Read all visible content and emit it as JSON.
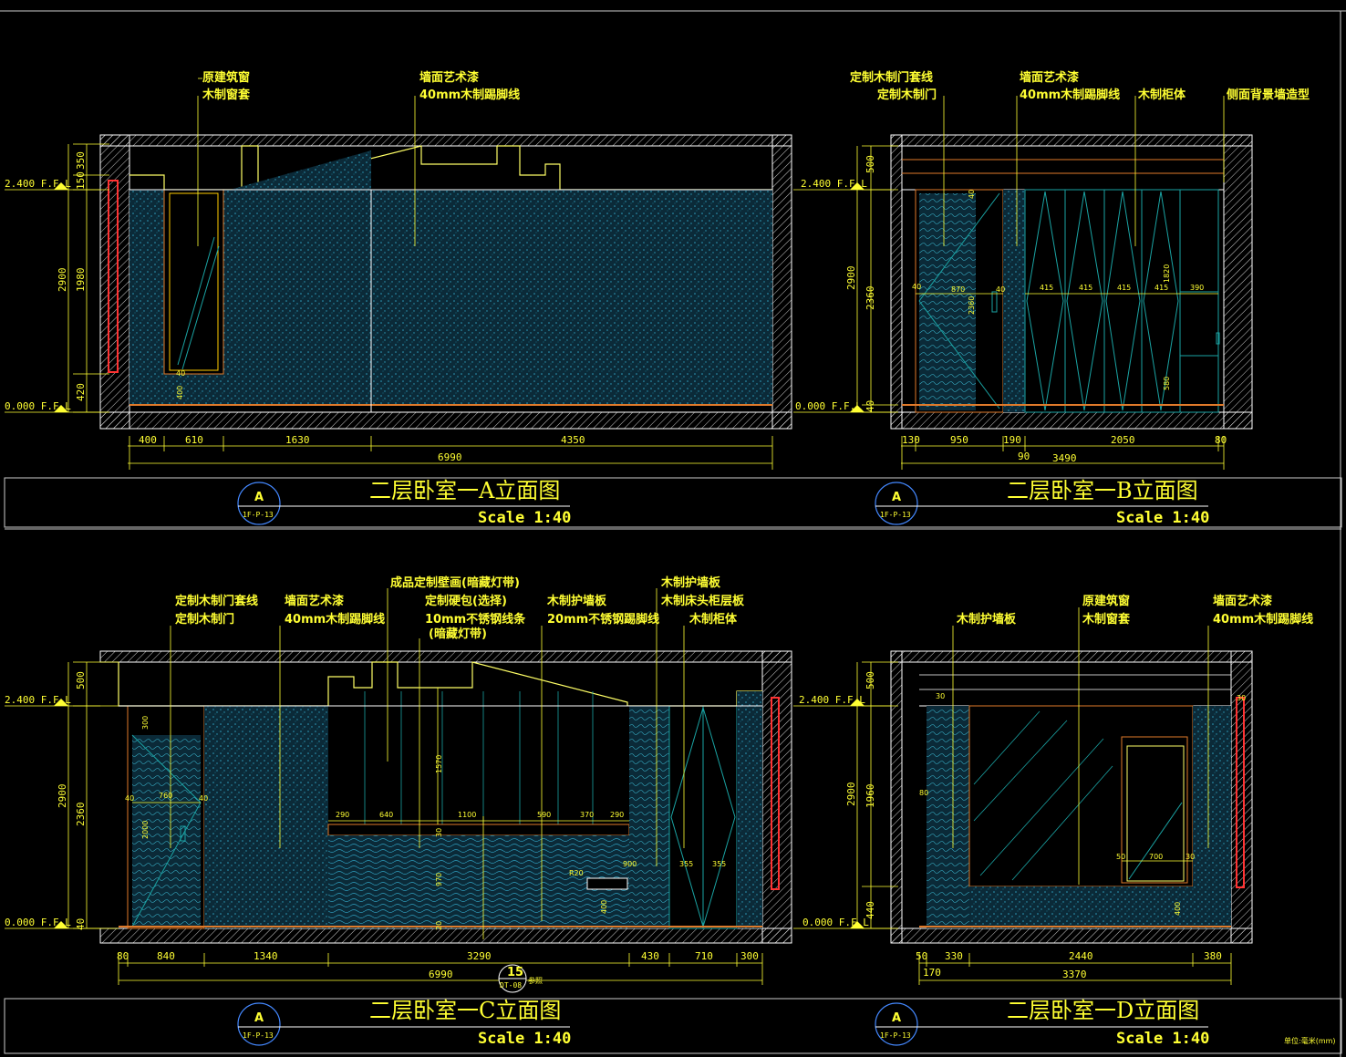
{
  "colors": {
    "background": "#000000",
    "annotation": "#ffff33",
    "wall": "#ffffff",
    "panel": "#1aa3a3",
    "trim": "#e07a2a",
    "window": "#ff3333"
  },
  "drawings": {
    "A": {
      "title": "二层卧室一A立面图",
      "scale": "Scale 1:40",
      "bubble_letter": "A",
      "bubble_ref": "1F-P-13",
      "labels": [
        "原建筑窗",
        "木制窗套",
        "墙面艺术漆",
        "40mm木制踢脚线"
      ],
      "ffl_top": "2.400 F.F.L",
      "ffl_bottom": "0.000 F.F.L",
      "vdims": [
        "350",
        "150",
        "2900",
        "1980",
        "420"
      ],
      "hdims": [
        "400",
        "610",
        "1630",
        "4350"
      ],
      "total": "6990",
      "inner": [
        "40",
        "400"
      ]
    },
    "B": {
      "title": "二层卧室一B立面图",
      "scale": "Scale 1:40",
      "bubble_letter": "A",
      "bubble_ref": "1F-P-13",
      "labels": [
        "定制木制门套线",
        "定制木制门",
        "墙面艺术漆",
        "40mm木制踢脚线",
        "木制柜体",
        "侧面背景墙造型"
      ],
      "ffl_top": "2.400 F.F.L",
      "ffl_bottom": "0.000 F.F.L",
      "vdims": [
        "500",
        "2900",
        "2360",
        "40"
      ],
      "hdims": [
        "130",
        "950",
        "190",
        "2050",
        "80"
      ],
      "sub": "90",
      "total": "3490",
      "inner": [
        "40",
        "870",
        "40",
        "2360",
        "415",
        "415",
        "415",
        "415",
        "390",
        "1820",
        "580",
        "40"
      ]
    },
    "C": {
      "title": "二层卧室一C立面图",
      "scale": "Scale 1:40",
      "bubble_letter": "A",
      "bubble_ref": "1F-P-13",
      "labels": [
        "定制木制门套线",
        "定制木制门",
        "墙面艺术漆",
        "40mm木制踢脚线",
        "成品定制壁画(暗藏灯带)",
        "定制硬包(选择)",
        "10mm不锈钢线条",
        "(暗藏灯带)",
        "木制护墙板",
        "20mm不锈钢踢脚线",
        "木制护墙板",
        "木制床头柜层板",
        "木制柜体"
      ],
      "ffl_top": "2.400 F.F.L",
      "ffl_bottom": "0.000 F.F.L",
      "vdims": [
        "500",
        "2900",
        "2360",
        "40"
      ],
      "hdims": [
        "80",
        "840",
        "1340",
        "3290",
        "430",
        "710",
        "300"
      ],
      "total": "6990",
      "inner": [
        "300",
        "40",
        "760",
        "40",
        "2000",
        "1570",
        "290",
        "640",
        "1100",
        "590",
        "370",
        "290",
        "970",
        "20",
        "30",
        "900",
        "R20",
        "400",
        "355",
        "355"
      ],
      "ref_num": "15",
      "ref_sheet": "DT-08",
      "ref_note": "参照"
    },
    "D": {
      "title": "二层卧室一D立面图",
      "scale": "Scale 1:40",
      "bubble_letter": "A",
      "bubble_ref": "1F-P-13",
      "labels": [
        "木制护墙板",
        "原建筑窗",
        "木制窗套",
        "墙面艺术漆",
        "40mm木制踢脚线"
      ],
      "ffl_top": "2.400 F.F.L",
      "ffl_bottom": "0.000 F.F.L",
      "vdims": [
        "500",
        "2900",
        "1960",
        "440"
      ],
      "hdims": [
        "50",
        "330",
        "2440",
        "380"
      ],
      "sub": "170",
      "total": "3370",
      "inner": [
        "30",
        "30",
        "80",
        "50",
        "700",
        "30",
        "400"
      ]
    }
  },
  "unit_note": "单位:毫米(mm)"
}
